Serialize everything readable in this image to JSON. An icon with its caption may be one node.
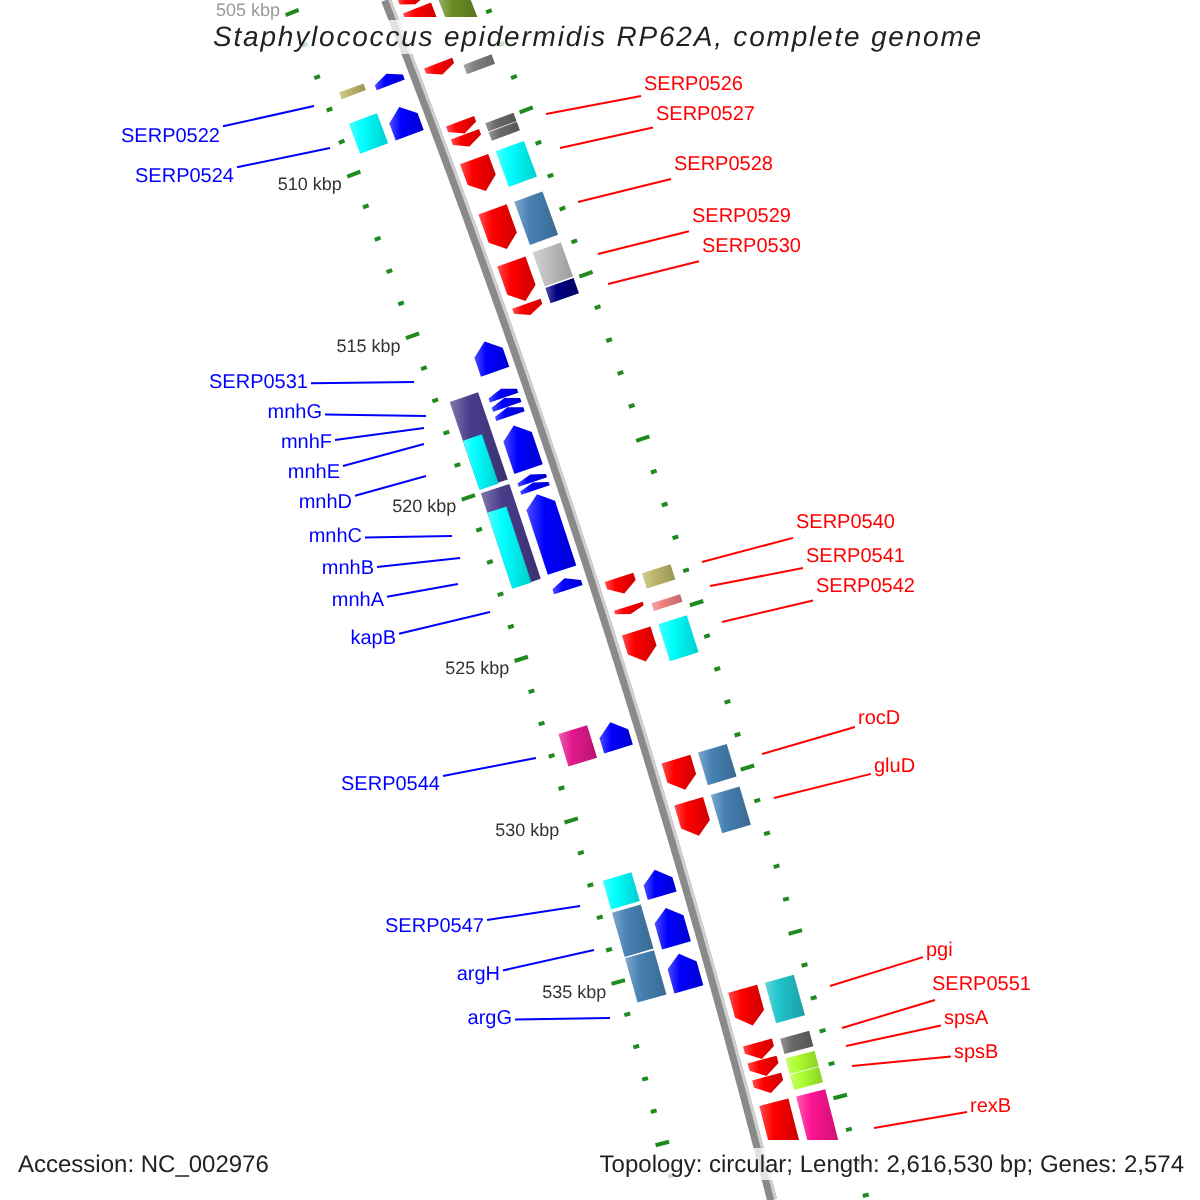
{
  "diagram": {
    "title": "Staphylococcus epidermidis RP62A, complete genome",
    "nodes": [
      {
        "text": [
          "SERP0526"
        ]
      },
      {
        "text": [
          "SERP0527"
        ]
      },
      {
        "text": [
          "SERP0522"
        ]
      },
      {
        "text": [
          "SERP0528"
        ]
      },
      {
        "text": [
          "SERP0524"
        ]
      },
      {
        "text": [
          "SERP0529"
        ]
      },
      {
        "text": [
          "SERP0530"
        ]
      },
      {
        "text": [
          "SERP0531"
        ]
      },
      {
        "text": [
          "mnhG"
        ]
      },
      {
        "text": [
          "mnhF"
        ]
      },
      {
        "text": [
          "mnhE"
        ]
      },
      {
        "text": [
          "mnhD"
        ]
      },
      {
        "text": [
          "SERP0540"
        ]
      },
      {
        "text": [
          "mnhC"
        ]
      },
      {
        "text": [
          "SERP0541"
        ]
      },
      {
        "text": [
          "mnhB"
        ]
      },
      {
        "text": [
          "SERP0542"
        ]
      },
      {
        "text": [
          "mnhA"
        ]
      },
      {
        "text": [
          "kapB"
        ]
      },
      {
        "text": [
          "rocD"
        ]
      },
      {
        "text": [
          "gluD"
        ]
      },
      {
        "text": [
          "SERP0544"
        ]
      },
      {
        "text": [
          "SERP0547"
        ]
      },
      {
        "text": [
          "pgi"
        ]
      },
      {
        "text": [
          "argH"
        ]
      },
      {
        "text": [
          "SERP0551"
        ]
      },
      {
        "text": [
          "spsA"
        ]
      },
      {
        "text": [
          "argG"
        ]
      },
      {
        "text": [
          "spsB"
        ]
      },
      {
        "text": [
          "rexB"
        ]
      }
    ],
    "edges": [
      {
        "from": 0,
        "to": null,
        "arrow": "none",
        "color": "#ff0000"
      },
      {
        "from": 1,
        "to": null,
        "arrow": "none",
        "color": "#ff0000"
      },
      {
        "from": 2,
        "to": null,
        "arrow": "none",
        "color": "#0000ff"
      },
      {
        "from": 3,
        "to": null,
        "arrow": "none",
        "color": "#ff0000"
      },
      {
        "from": 4,
        "to": null,
        "arrow": "none",
        "color": "#0000ff"
      },
      {
        "from": 5,
        "to": null,
        "arrow": "none",
        "color": "#ff0000"
      },
      {
        "from": 6,
        "to": null,
        "arrow": "none",
        "color": "#ff0000"
      },
      {
        "from": 7,
        "to": null,
        "arrow": "none",
        "color": "#0000ff"
      },
      {
        "from": 8,
        "to": null,
        "arrow": "none",
        "color": "#0000ff"
      },
      {
        "from": 9,
        "to": null,
        "arrow": "none",
        "color": "#0000ff"
      },
      {
        "from": 10,
        "to": null,
        "arrow": "none",
        "color": "#0000ff"
      },
      {
        "from": 11,
        "to": null,
        "arrow": "none",
        "color": "#0000ff"
      },
      {
        "from": 12,
        "to": null,
        "arrow": "none",
        "color": "#ff0000"
      },
      {
        "from": 13,
        "to": null,
        "arrow": "none",
        "color": "#0000ff"
      },
      {
        "from": 14,
        "to": null,
        "arrow": "none",
        "color": "#ff0000"
      },
      {
        "from": 15,
        "to": null,
        "arrow": "none",
        "color": "#0000ff"
      },
      {
        "from": 16,
        "to": null,
        "arrow": "none",
        "color": "#ff0000"
      },
      {
        "from": 17,
        "to": null,
        "arrow": "none",
        "color": "#0000ff"
      },
      {
        "from": 18,
        "to": null,
        "arrow": "none",
        "color": "#0000ff"
      },
      {
        "from": 19,
        "to": null,
        "arrow": "none",
        "color": "#ff0000"
      },
      {
        "from": 20,
        "to": null,
        "arrow": "none",
        "color": "#ff0000"
      },
      {
        "from": 21,
        "to": null,
        "arrow": "none",
        "color": "#0000ff"
      },
      {
        "from": 22,
        "to": null,
        "arrow": "none",
        "color": "#0000ff"
      },
      {
        "from": 23,
        "to": null,
        "arrow": "none",
        "color": "#ff0000"
      },
      {
        "from": 24,
        "to": null,
        "arrow": "none",
        "color": "#0000ff"
      },
      {
        "from": 25,
        "to": null,
        "arrow": "none",
        "color": "#ff0000"
      },
      {
        "from": 26,
        "to": null,
        "arrow": "none",
        "color": "#ff0000"
      },
      {
        "from": 27,
        "to": null,
        "arrow": "none",
        "color": "#0000ff"
      },
      {
        "from": 28,
        "to": null,
        "arrow": "none",
        "color": "#ff0000"
      },
      {
        "from": 29,
        "to": null,
        "arrow": "none",
        "color": "#ff0000"
      }
    ],
    "labels": [
      "505 kbp",
      "510 kbp",
      "515 kbp",
      "520 kbp",
      "525 kbp",
      "530 kbp",
      "535 kbp",
      "Accession: NC_002976",
      "Topology: circular; Length: 2,616,530 bp; Genes: 2,574"
    ]
  }
}
